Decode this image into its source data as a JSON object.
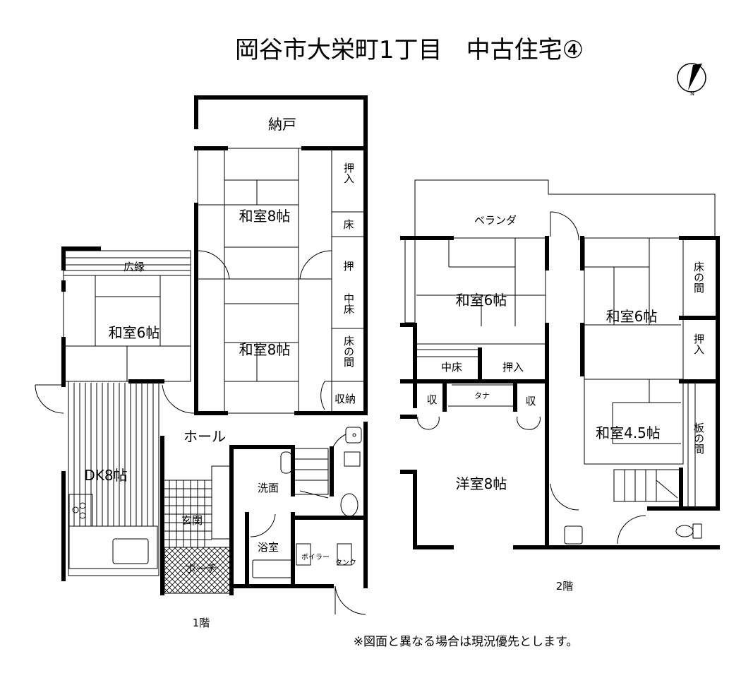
{
  "title": "岡谷市大栄町1丁目　中古住宅④",
  "compass_label": "N",
  "floor1": {
    "label": "1階",
    "rooms": {
      "nando": "納戸",
      "washitsu8_top": "和室8帖",
      "washitsu8_bottom": "和室8帖",
      "oshiire": "押入",
      "toko": "床",
      "oshi": "押",
      "nakadoko": "中床",
      "tokonoma": "床の間",
      "shuno": "収納",
      "hiroen": "広縁",
      "washitsu6": "和室6帖",
      "dk8": "DK8帖",
      "hall": "ホール",
      "genkan": "玄関",
      "porch": "ポーチ",
      "senmen": "洗面",
      "yokushitsu": "浴室",
      "boiler": "ボイラー",
      "tank": "タンク"
    }
  },
  "floor2": {
    "label": "2階",
    "rooms": {
      "veranda": "ベランダ",
      "washitsu6_left": "和室6帖",
      "washitsu6_right": "和室6帖",
      "nakadoko": "中床",
      "oshiire_left": "押入",
      "shu_left": "収",
      "tana": "タナ",
      "shu_right": "収",
      "yoshitsu8": "洋室8帖",
      "washitsu45": "和室4.5帖",
      "tokonoma": "床の間",
      "oshiire_right": "押入",
      "itanoma": "板の間"
    }
  },
  "note": "※図面と異なる場合は現況優先とします。"
}
